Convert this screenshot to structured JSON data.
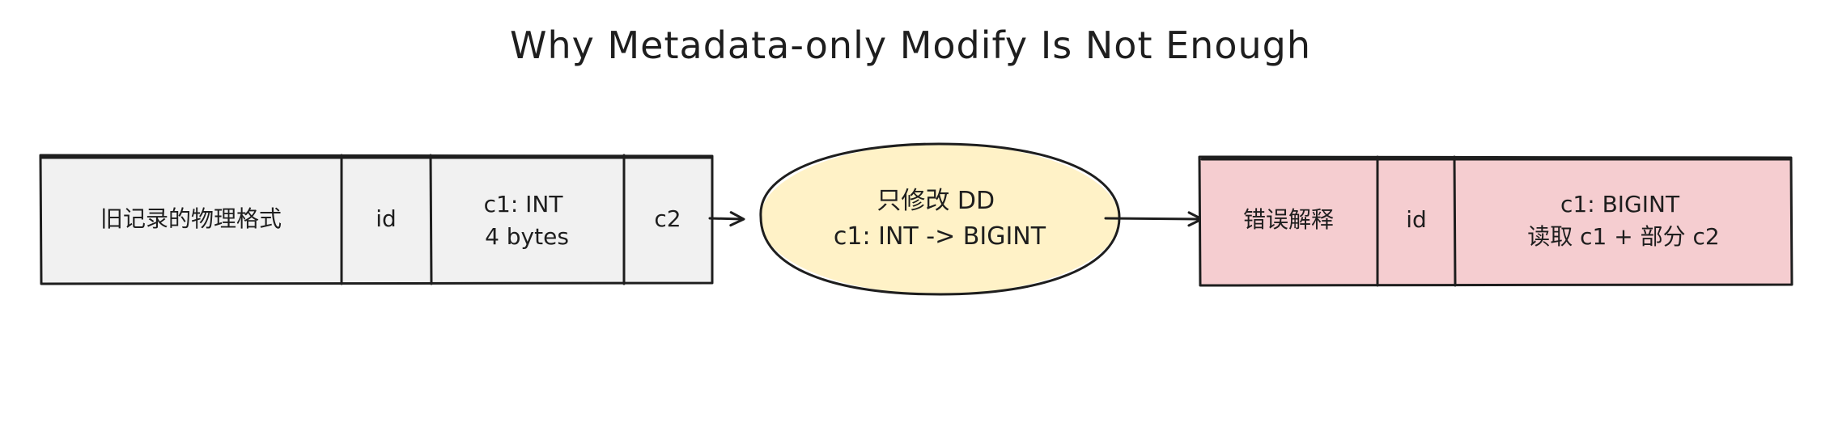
{
  "title": "Why Metadata-only Modify Is Not Enough",
  "old_record": {
    "fill": "#f1f1f1",
    "cells": [
      {
        "lines": [
          "旧记录的物理格式"
        ]
      },
      {
        "lines": [
          "id"
        ]
      },
      {
        "lines": [
          "c1: INT",
          "4 bytes"
        ]
      },
      {
        "lines": [
          "c2"
        ]
      }
    ]
  },
  "modify_node": {
    "fill": "#fff2c7",
    "lines": [
      "只修改 DD",
      "c1: INT -> BIGINT"
    ]
  },
  "wrong_record": {
    "fill": "#f5cdd0",
    "cells": [
      {
        "lines": [
          "错误解释"
        ]
      },
      {
        "lines": [
          "id"
        ]
      },
      {
        "lines": [
          "c1: BIGINT",
          "读取 c1 + 部分 c2"
        ]
      }
    ]
  },
  "colors": {
    "stroke": "#1e1e1e",
    "background": "#ffffff"
  }
}
